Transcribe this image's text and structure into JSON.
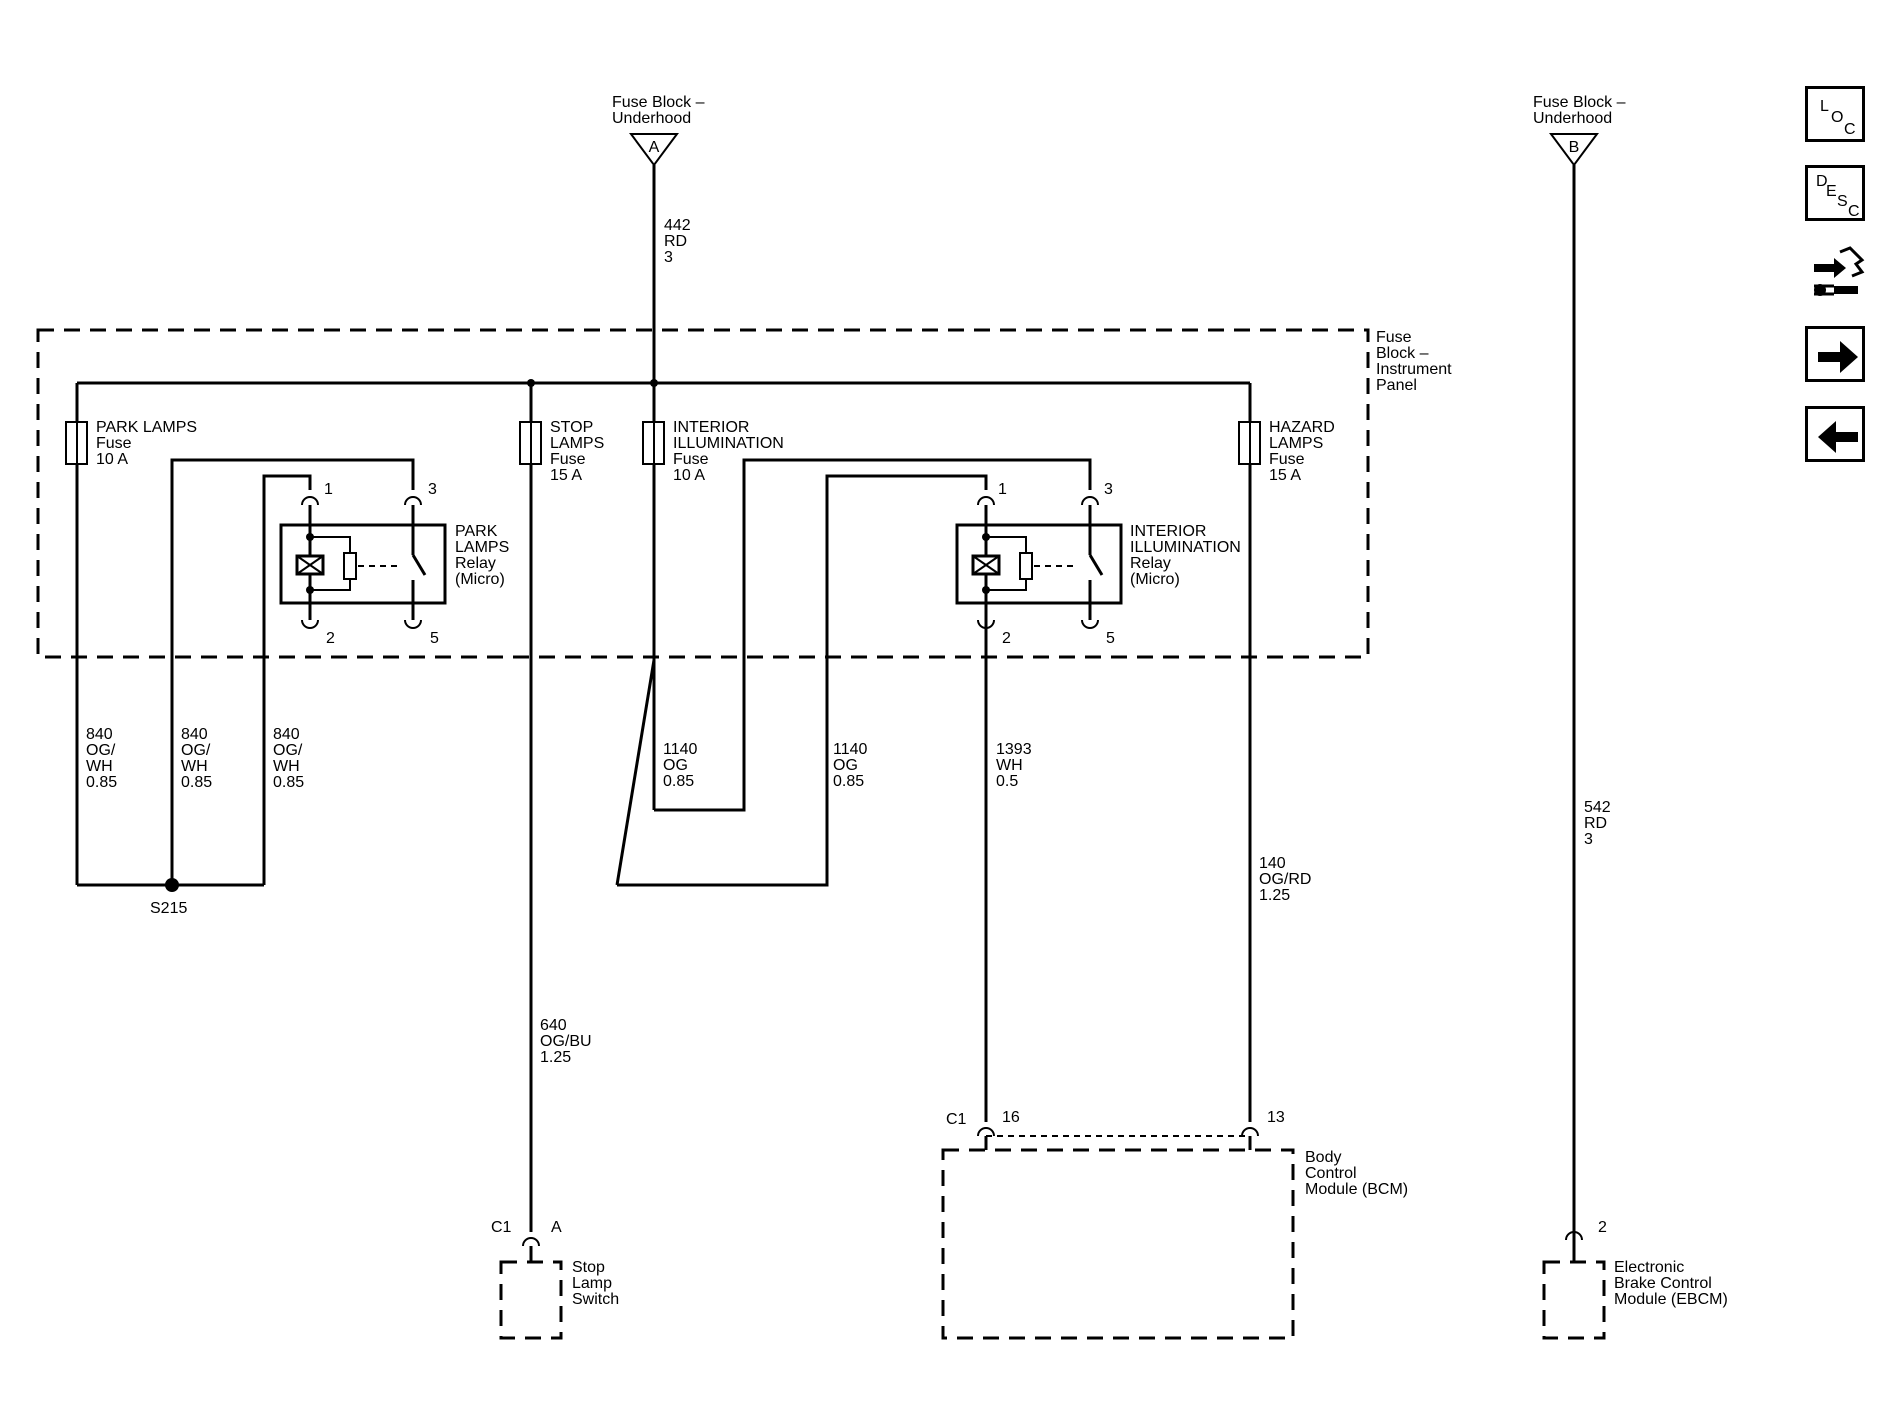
{
  "sources": {
    "a_name": "Fuse Block –\nUnderhood",
    "a_pin": "A",
    "b_name": "Fuse Block –\nUnderhood",
    "b_pin": "B"
  },
  "fuse_block_ip": "Fuse\nBlock –\nInstrument\nPanel",
  "fuses": {
    "park": "PARK LAMPS\nFuse\n10 A",
    "stop": "STOP\nLAMPS\nFuse\n15 A",
    "interior": "INTERIOR\nILLUMINATION\nFuse\n10 A",
    "hazard": "HAZARD\nLAMPS\nFuse\n15 A"
  },
  "relays": {
    "park": {
      "label": "PARK\nLAMPS\nRelay\n(Micro)",
      "p1": "1",
      "p2": "2",
      "p3": "3",
      "p5": "5"
    },
    "interior": {
      "label": "INTERIOR\nILLUMINATION\nRelay\n(Micro)",
      "p1": "1",
      "p2": "2",
      "p3": "3",
      "p5": "5"
    }
  },
  "wires": {
    "w442": "442\nRD\n3",
    "w542": "542\nRD\n3",
    "w840a": "840\nOG/\nWH\n0.85",
    "w840b": "840\nOG/\nWH\n0.85",
    "w840c": "840\nOG/\nWH\n0.85",
    "w1140a": "1140\nOG\n0.85",
    "w1140b": "1140\nOG\n0.85",
    "w1393": "1393\nWH\n0.5",
    "w140": "140\nOG/RD\n1.25",
    "w640": "640\nOG/BU\n1.25"
  },
  "splice": "S215",
  "components": {
    "stop_switch": {
      "name": "Stop\nLamp\nSwitch",
      "connector": "C1",
      "pin": "A"
    },
    "bcm": {
      "name": "Body\nControl\nModule (BCM)",
      "connector": "C1",
      "pin_a": "16",
      "pin_b": "13"
    },
    "ebcm": {
      "name": "Electronic\nBrake Control\nModule (EBCM)",
      "pin": "2"
    }
  },
  "nav": {
    "loc": [
      "L",
      "O",
      "C"
    ],
    "desc": [
      "D",
      "E",
      "S",
      "C"
    ],
    "icons": [
      "schematic-link-icon",
      "arrow-right-icon",
      "arrow-left-icon"
    ]
  }
}
